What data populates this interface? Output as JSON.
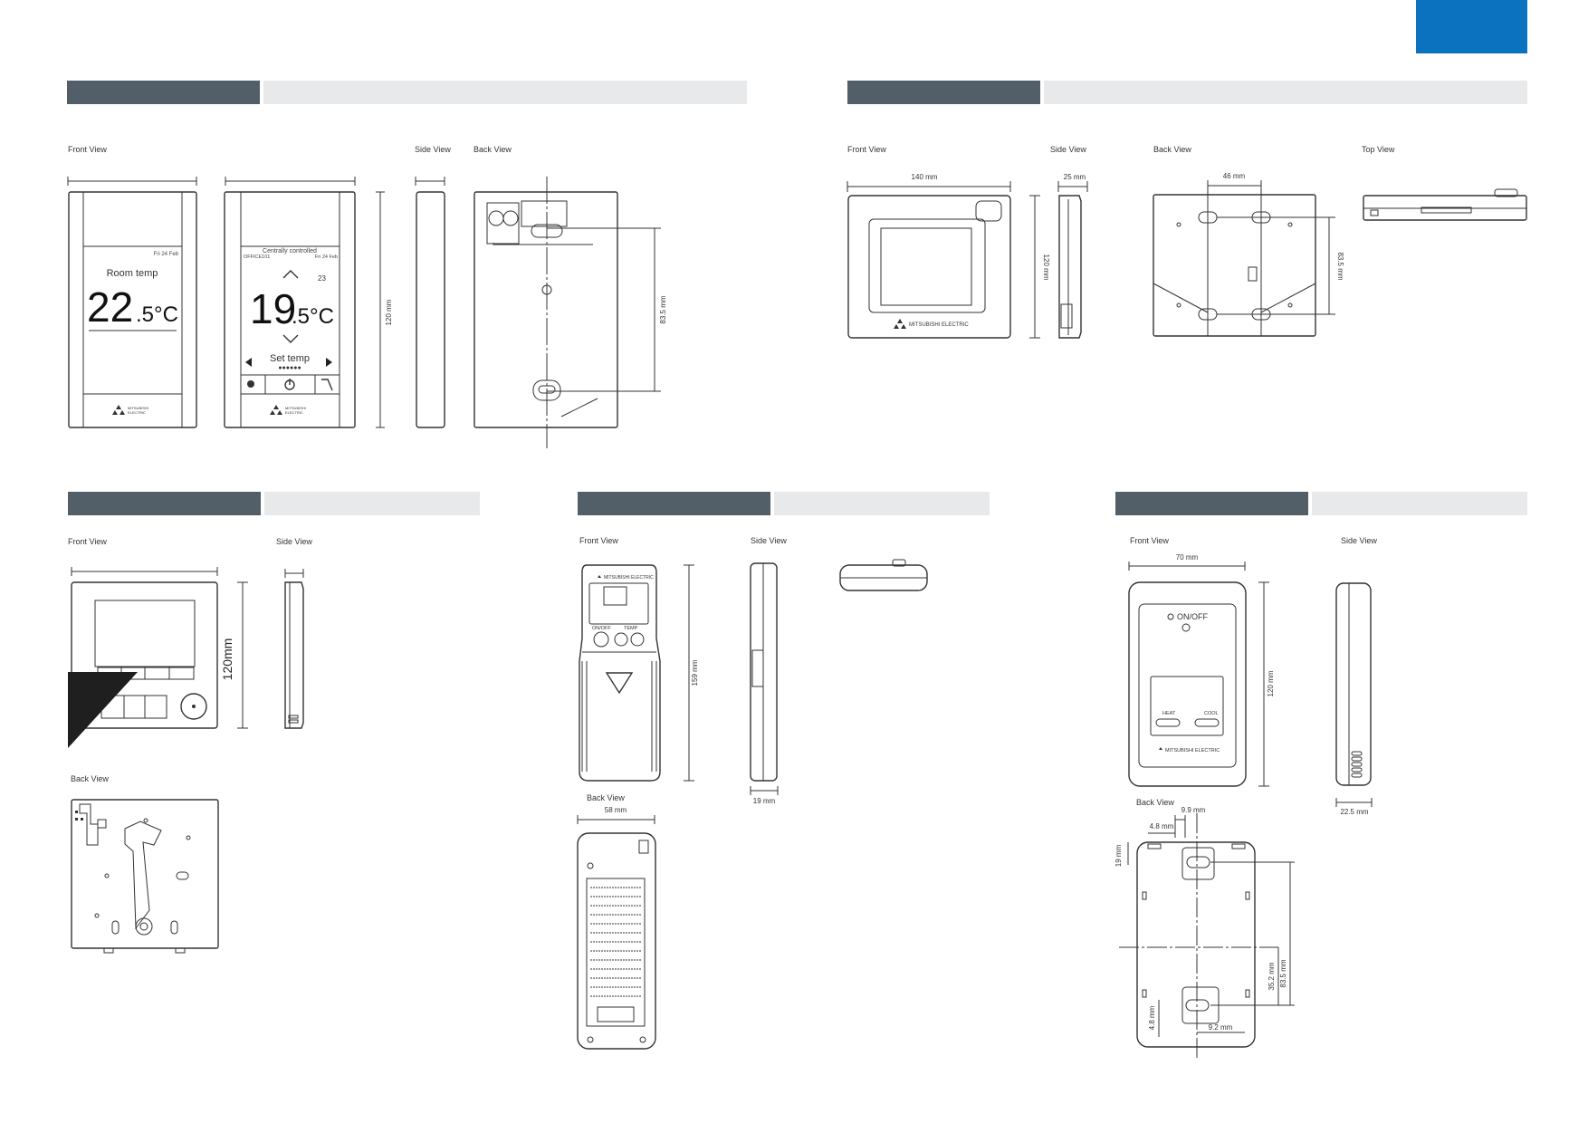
{
  "sections": {
    "top_left": {
      "views": {
        "front": "Front View",
        "side": "Side View",
        "back": "Back View"
      },
      "dims": {
        "height": "120 mm",
        "mount": "83.5 mm"
      }
    },
    "top_right": {
      "views": {
        "front": "Front View",
        "side": "Side View",
        "back": "Back View",
        "top": "Top View"
      },
      "dims": {
        "width": "140 mm",
        "depth": "25 mm",
        "height": "120 mm",
        "hole_spacing": "46 mm",
        "mount": "83.5 mm"
      }
    },
    "bottom_left": {
      "views": {
        "front": "Front View",
        "side": "Side View",
        "back": "Back View"
      },
      "dims": {
        "height": "120mm"
      }
    },
    "bottom_middle": {
      "views": {
        "front": "Front View",
        "side": "Side View",
        "back": "Back View"
      },
      "dims": {
        "height": "159 mm",
        "depth": "19 mm",
        "width": "58 mm"
      }
    },
    "bottom_right": {
      "views": {
        "front": "Front View",
        "side": "Side View",
        "back": "Back View"
      },
      "dims": {
        "width": "70 mm",
        "height": "120 mm",
        "depth": "22.5 mm",
        "d1": "9.9 mm",
        "d2": "4.8 mm",
        "d3": "19 mm",
        "d4": "35.2 mm",
        "d5": "83.5 mm",
        "d6": "4.8 mm",
        "d7": "9.2 mm"
      }
    }
  },
  "controller_a": {
    "date": "Fri 24 Feb",
    "room_label": "Room temp",
    "room_value": "22",
    "room_decimal": ".5°C",
    "brand_line1": "MITSUBISHI",
    "brand_line2": "ELECTRIC"
  },
  "controller_b": {
    "central": "Centrally controlled",
    "zone": "OFFICE101",
    "date": "Fri 24 Feb",
    "humidity": "23",
    "set_value": "19",
    "set_decimal": ".5°C",
    "set_label": "Set temp",
    "brand_line1": "MITSUBISHI",
    "brand_line2": "ELECTRIC"
  },
  "brand_full": "MITSUBISHI ELECTRIC",
  "remote": {
    "onoff": "ON/OFF",
    "temp": "TEMP"
  },
  "wall_switch": {
    "onoff": "ON/OFF",
    "heat": "HEAT",
    "cool": "COOL"
  },
  "colors": {
    "accent": "#0a72be",
    "header_dark": "#525f68",
    "header_light": "#e8e9ea"
  }
}
